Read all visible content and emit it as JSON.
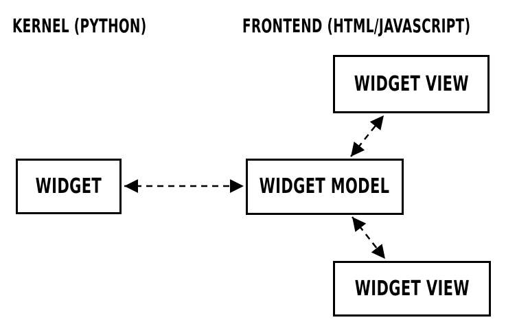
{
  "diagram": {
    "title_left": "KERNEL (PYTHON)",
    "title_right": "FRONTEND (HTML/JAVASCRIPT)",
    "nodes": {
      "widget": {
        "label": "WIDGET",
        "column": "kernel"
      },
      "widget_model": {
        "label": "WIDGET MODEL",
        "column": "frontend"
      },
      "widget_view_top": {
        "label": "WIDGET VIEW",
        "column": "frontend"
      },
      "widget_view_bottom": {
        "label": "WIDGET VIEW",
        "column": "frontend"
      }
    },
    "edges": [
      {
        "from": "widget",
        "to": "widget_model",
        "style": "dashed",
        "arrows": "both"
      },
      {
        "from": "widget_model",
        "to": "widget_view_top",
        "style": "dashed",
        "arrows": "both"
      },
      {
        "from": "widget_model",
        "to": "widget_view_bottom",
        "style": "dashed",
        "arrows": "both"
      }
    ],
    "colors": {
      "background": "#ffffff",
      "line": "#000000",
      "text": "#000000"
    }
  }
}
